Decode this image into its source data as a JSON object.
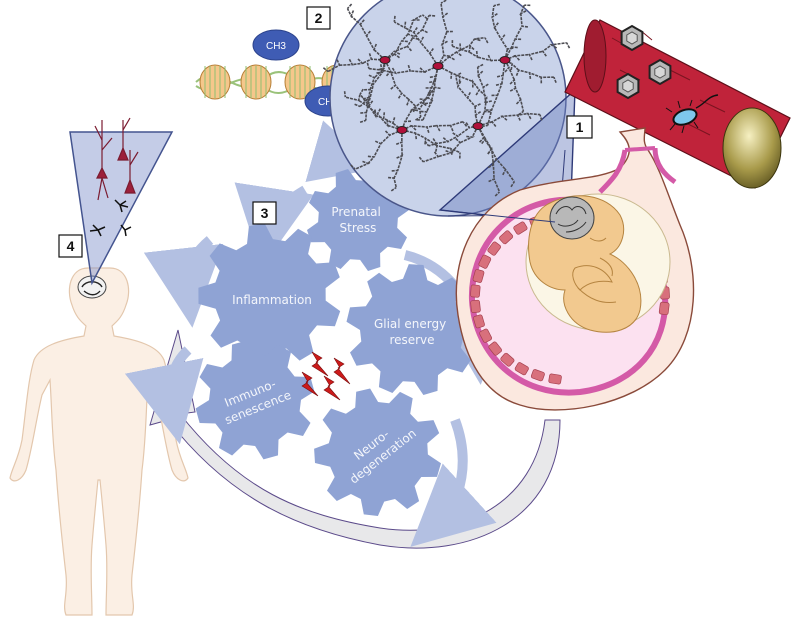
{
  "boxes": {
    "b1": "1",
    "b2": "2",
    "b3": "3",
    "b4": "4"
  },
  "methyl": {
    "top": "CH3",
    "bottom": "CH3"
  },
  "gears": {
    "prenatal": [
      "Prenatal",
      "Stress"
    ],
    "inflammation": [
      "Inflammation"
    ],
    "glial": [
      "Glial energy",
      "reserve"
    ],
    "immuno": [
      "Immuno-",
      "senescence"
    ],
    "neuro": [
      "Neuro-",
      "degeneration"
    ]
  },
  "colors": {
    "gear": "#8fa3d4",
    "arrow": "#b3c0e2",
    "vessel": "#c0233a",
    "circle_fill": "#c9d3ea",
    "human_skin": "#fbefe4",
    "fetus": "#f2c98f",
    "placenta": "#d8707c",
    "lightning": "#cc1b1b"
  }
}
